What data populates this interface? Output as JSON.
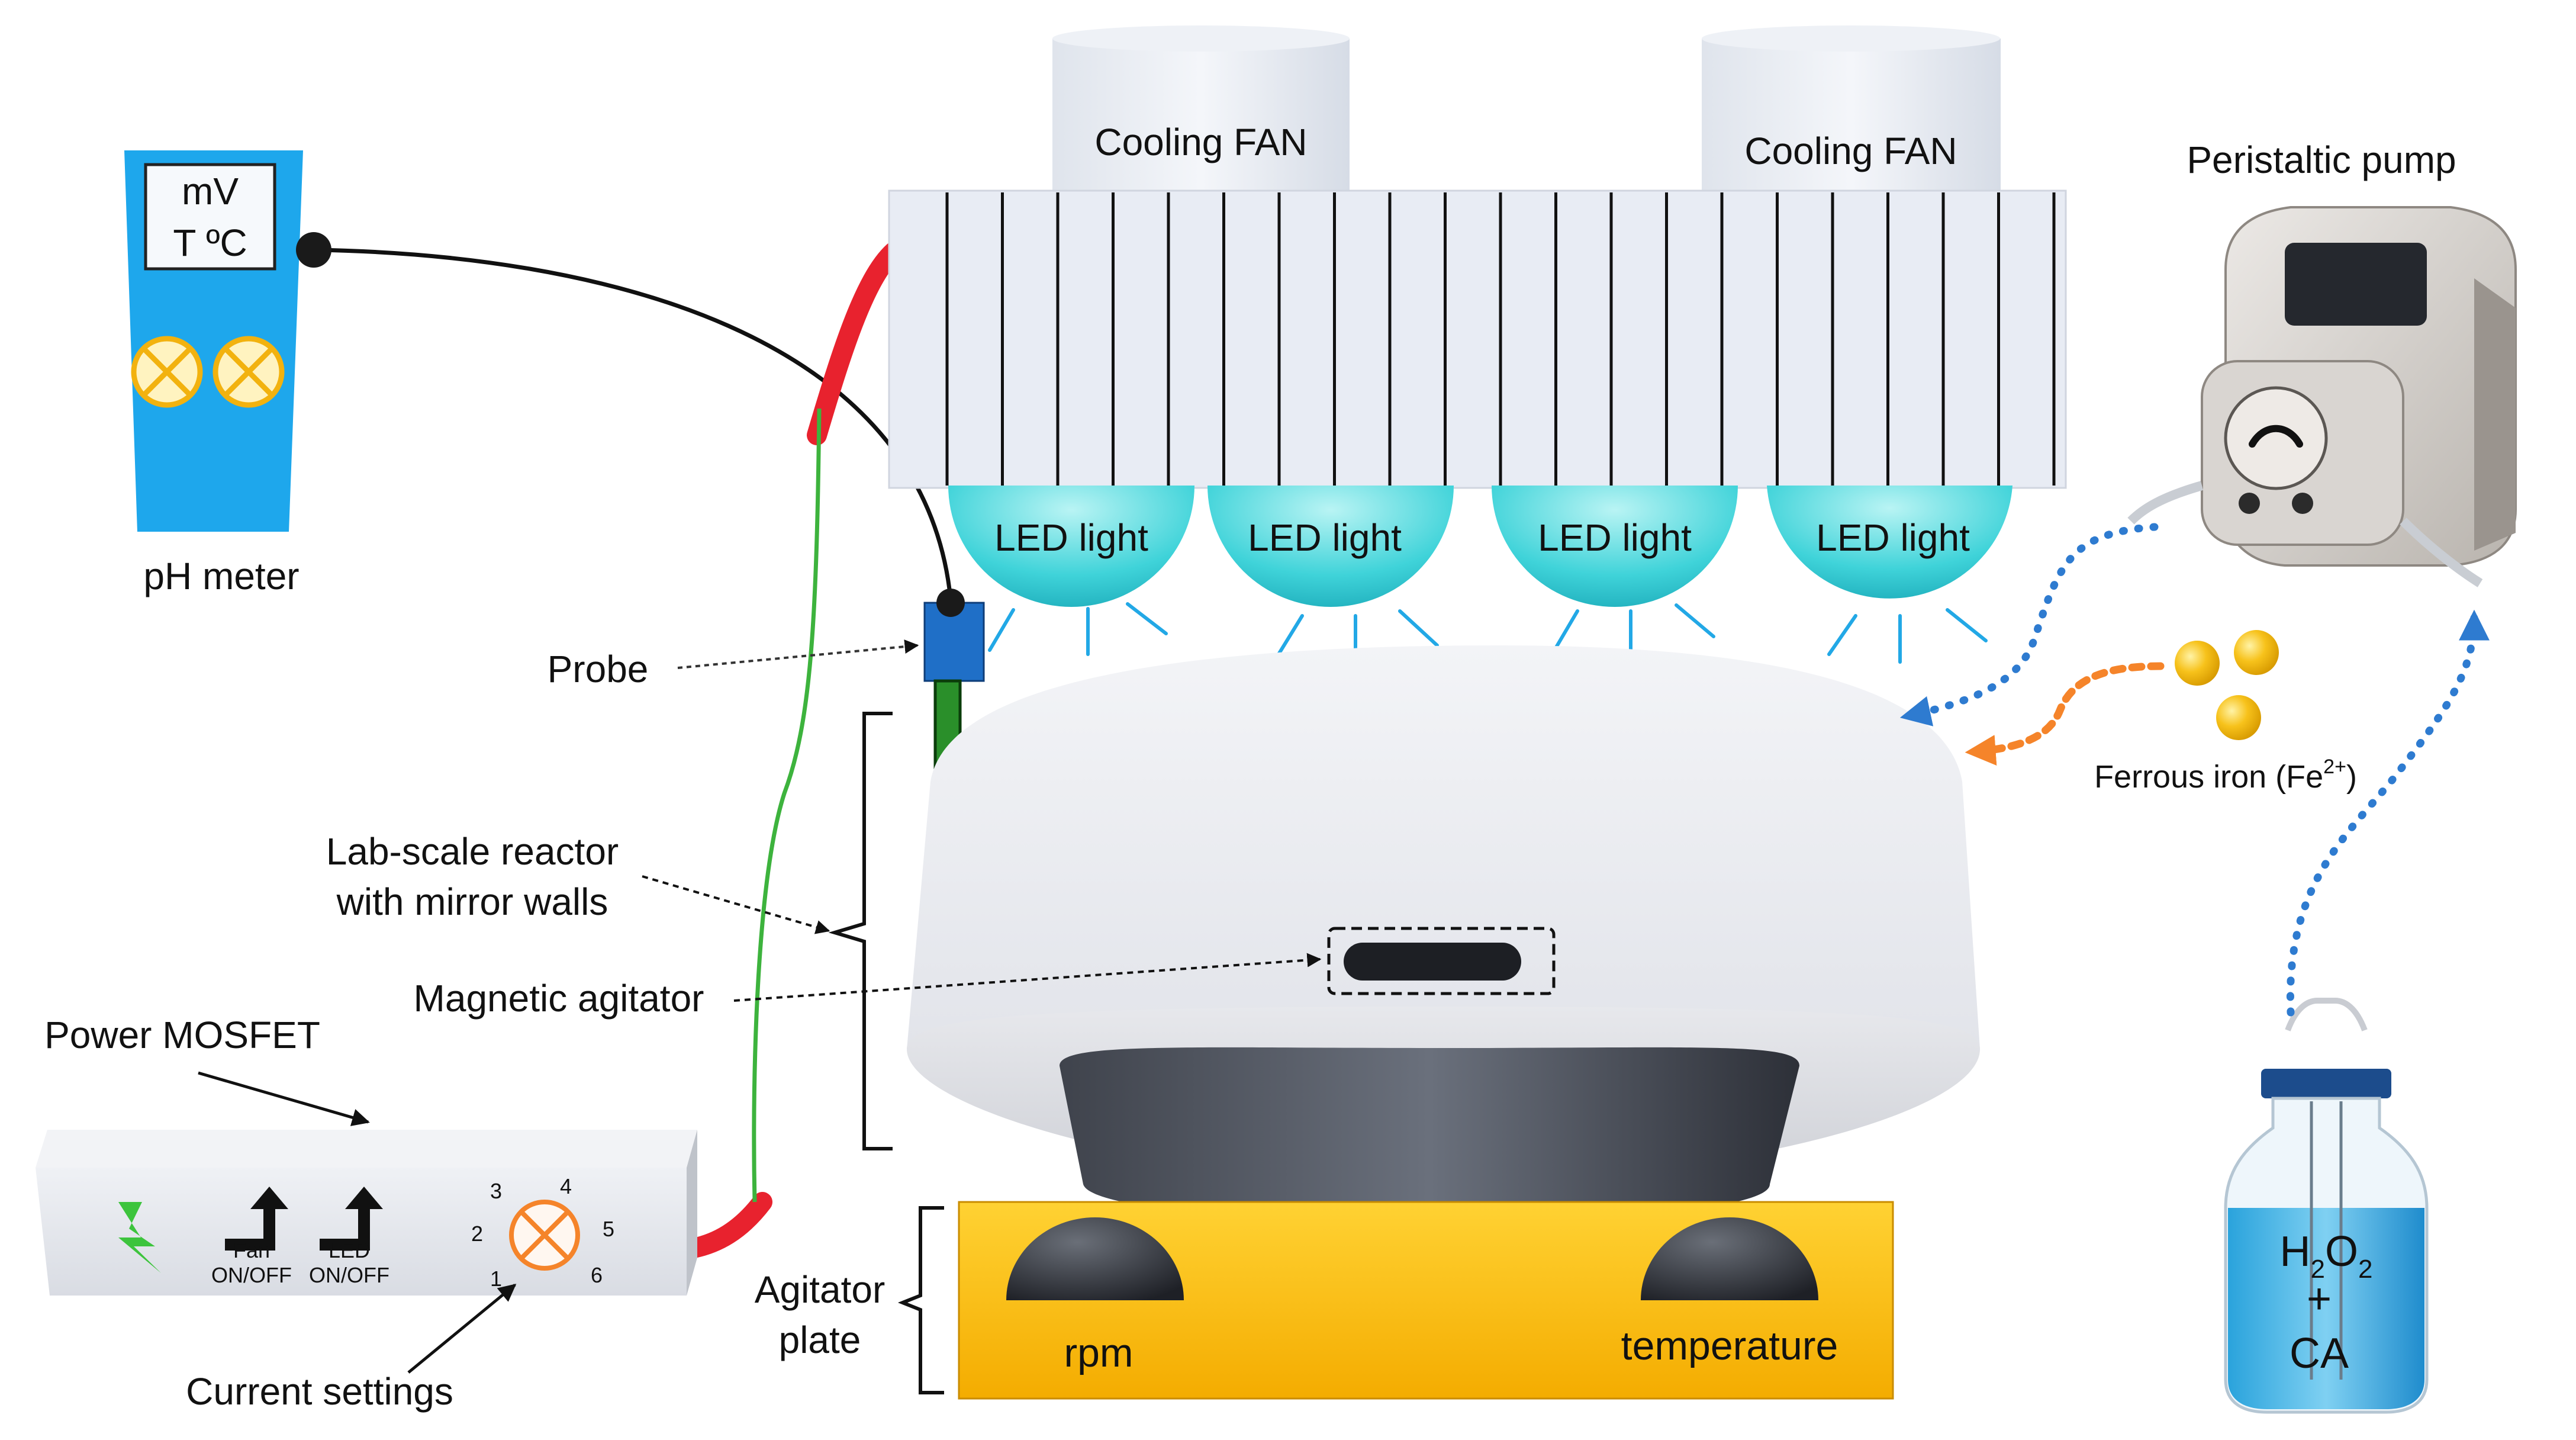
{
  "ph_meter": {
    "display_line1": "mV",
    "display_line2": "T ºC",
    "label": "pH meter"
  },
  "fans": [
    {
      "label": "Cooling FAN"
    },
    {
      "label": "Cooling FAN"
    }
  ],
  "leds": [
    {
      "label": "LED light"
    },
    {
      "label": "LED light"
    },
    {
      "label": "LED light"
    },
    {
      "label": "LED light"
    }
  ],
  "pump": {
    "label": "Peristaltic pump"
  },
  "ferrous": {
    "label_main": "Ferrous iron (Fe",
    "label_sup": "2+",
    "label_end": ")"
  },
  "bottle": {
    "h": "H",
    "sub2a": "2",
    "o": "O",
    "sub2b": "2",
    "plus": "+",
    "ca": "CA"
  },
  "callouts": {
    "probe": "Probe",
    "reactor_line1": "Lab-scale reactor",
    "reactor_line2": "with mirror walls",
    "agitator": "Magnetic agitator",
    "mosfet": "Power MOSFET",
    "current": "Current settings",
    "agitator_plate_line1": "Agitator",
    "agitator_plate_line2": "plate"
  },
  "mosfet_box": {
    "fan_label_1": "Fan",
    "fan_label_2": "ON/OFF",
    "led_label_1": "LED",
    "led_label_2": "ON/OFF",
    "dial_numbers": [
      "1",
      "2",
      "3",
      "4",
      "5",
      "6"
    ]
  },
  "plate": {
    "knob_left": "rpm",
    "knob_right": "temperature"
  },
  "colors": {
    "ph_body": "#1EA7EC",
    "fan": "#E6EAF0",
    "heatsink": "#E8ECF4",
    "led": "#35D2D8",
    "plate": "#FFC20E",
    "red_tube": "#E8222E",
    "green_wire": "#3DB33D",
    "blue_dots": "#2E7BD0",
    "orange_dots": "#F5842A",
    "iron": "#F7C21B"
  }
}
